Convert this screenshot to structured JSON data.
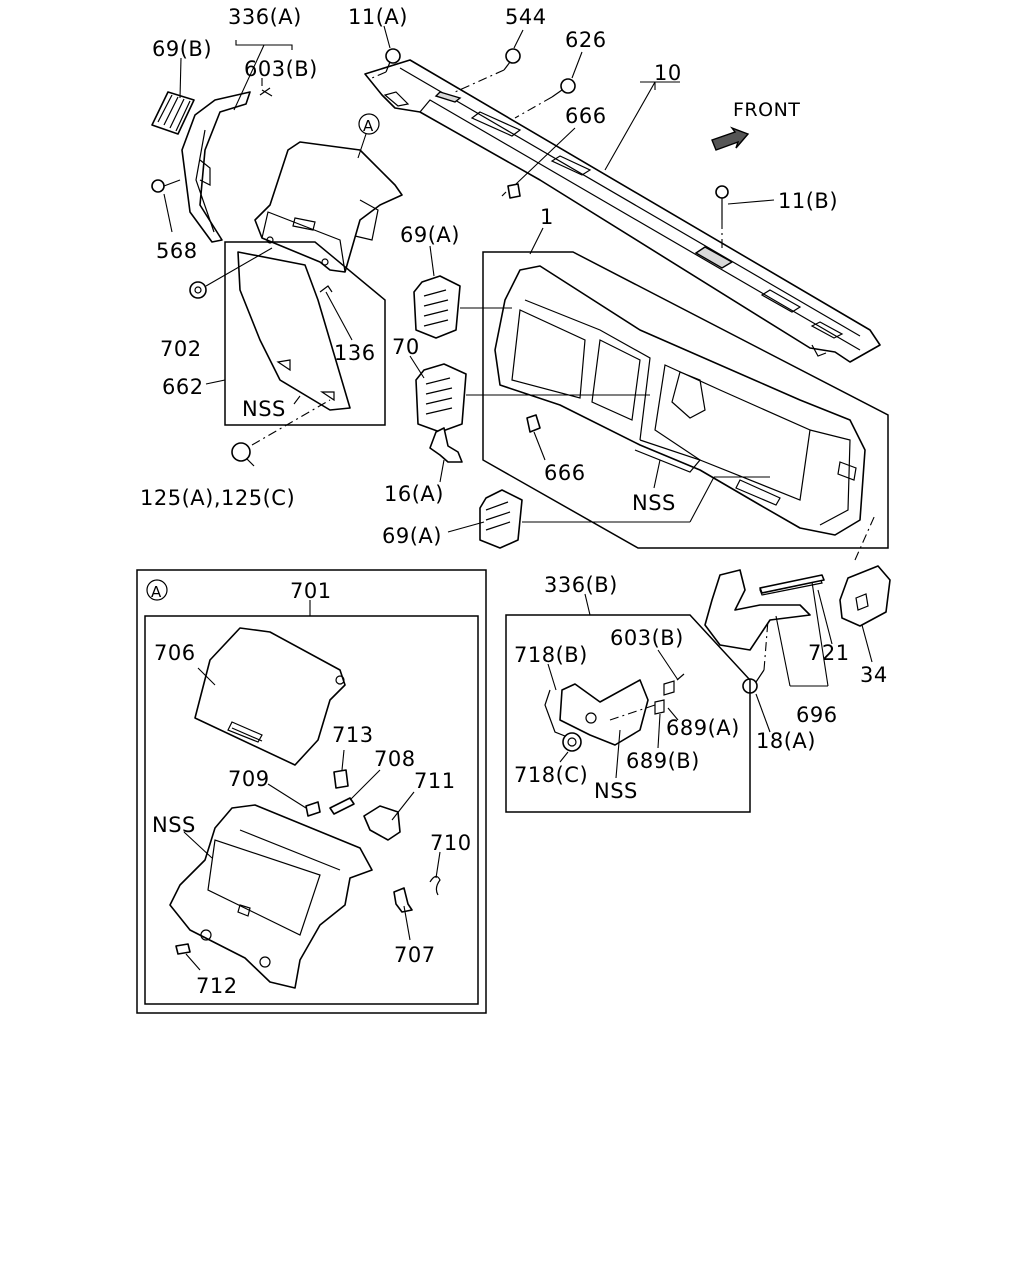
{
  "diagram": {
    "front_label": "FRONT",
    "detail_marker": "A",
    "labels": {
      "l336a": "336(A)",
      "l69b": "69(B)",
      "l603b_top": "603(B)",
      "l11a": "11(A)",
      "l544": "544",
      "l626": "626",
      "l10": "10",
      "l666_top": "666",
      "l11b": "11(B)",
      "l568": "568",
      "l69a_top": "69(A)",
      "l1": "1",
      "l702": "702",
      "l136": "136",
      "l662": "662",
      "l70": "70",
      "l nss_left": "NSS",
      "l666_mid": "666",
      "l16a": "16(A)",
      "l125": "125(A),125(C)",
      "l nss_mid": "NSS",
      "l69a_bot": "69(A)",
      "l336b": "336(B)",
      "l701": "701",
      "l706": "706",
      "l713": "713",
      "l708": "708",
      "l709": "709",
      "l711": "711",
      "l nss_a": "NSS",
      "l710": "710",
      "l707": "707",
      "l712": "712",
      "l603b_mid": "603(B)",
      "l718b": "718(B)",
      "l689a": "689(A)",
      "l718c": "718(C)",
      "l689b": "689(B)",
      "l nss_b": "NSS",
      "l721": "721",
      "l34": "34",
      "l696": "696",
      "l18a": "18(A)"
    }
  }
}
